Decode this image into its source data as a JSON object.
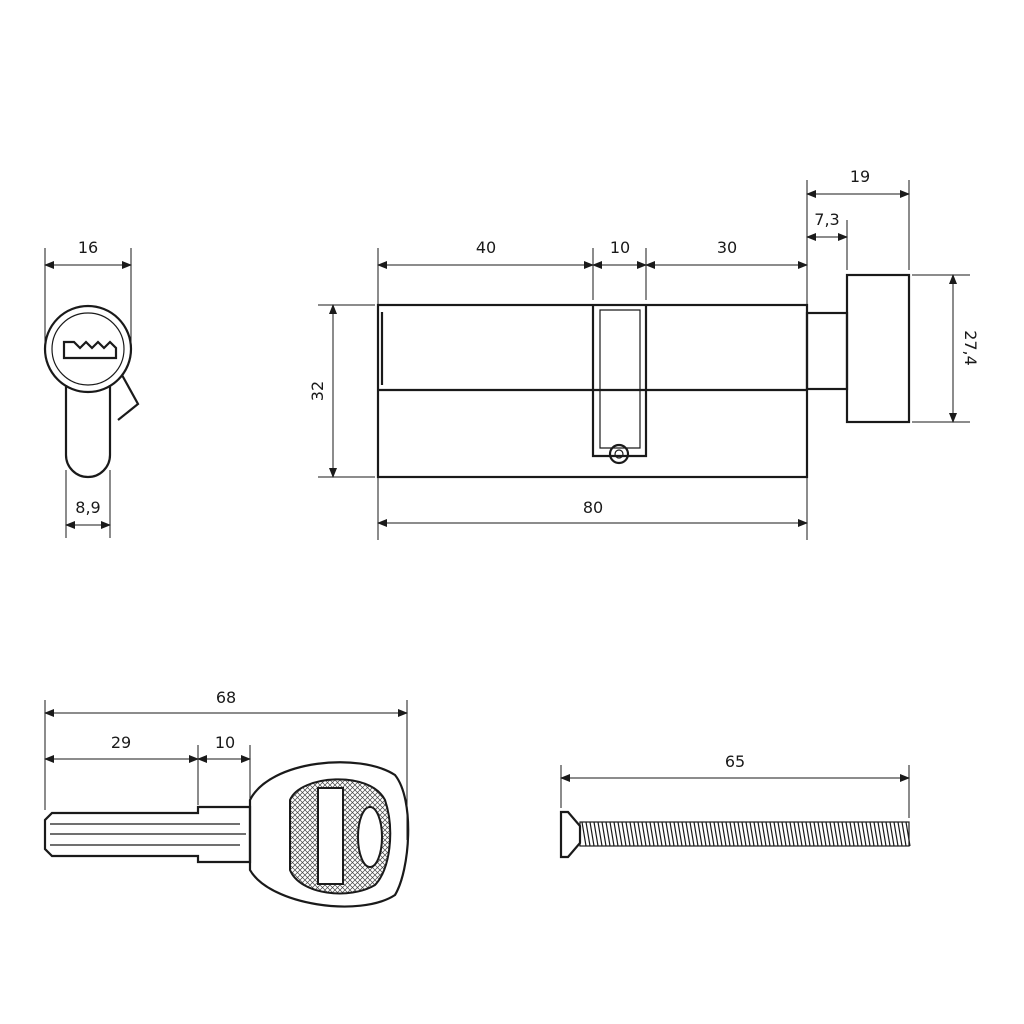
{
  "front_view": {
    "width": "16",
    "keyway_width": "8,9"
  },
  "side_view": {
    "left_length": "40",
    "cam_width": "10",
    "right_length": "30",
    "total_length": "80",
    "height": "32",
    "knob_offset": "7,3",
    "knob_length": "19",
    "knob_diameter": "27,4"
  },
  "key": {
    "total_length": "68",
    "blade_length": "29",
    "shoulder_length": "10"
  },
  "screw": {
    "length": "65"
  }
}
